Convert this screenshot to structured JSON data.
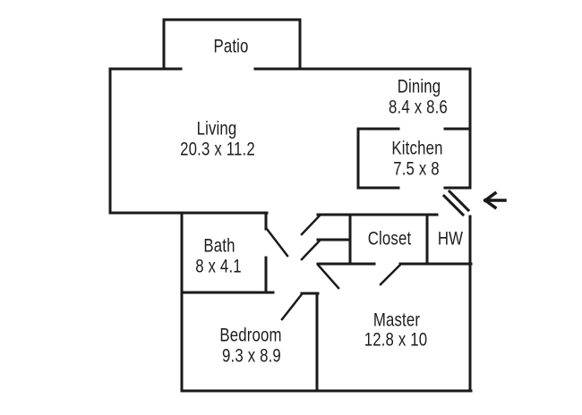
{
  "colors": {
    "background": "#ffffff",
    "wall": "#1a1a1a",
    "text": "#1d1d1d"
  },
  "rooms": [
    {
      "id": "patio",
      "label": "Patio",
      "dims": ""
    },
    {
      "id": "living",
      "label": "Living",
      "dims": "20.3 x 11.2"
    },
    {
      "id": "dining",
      "label": "Dining",
      "dims": "8.4 x 8.6"
    },
    {
      "id": "kitchen",
      "label": "Kitchen",
      "dims": "7.5 x 8"
    },
    {
      "id": "bath",
      "label": "Bath",
      "dims": "8 x 4.1"
    },
    {
      "id": "closet",
      "label": "Closet",
      "dims": ""
    },
    {
      "id": "hw",
      "label": "HW",
      "dims": ""
    },
    {
      "id": "bedroom",
      "label": "Bedroom",
      "dims": "9.3 x 8.9"
    },
    {
      "id": "master",
      "label": "Master",
      "dims": "12.8 x 10"
    }
  ],
  "plan": {
    "walls": [
      [
        183,
        22,
        335,
        22
      ],
      [
        183,
        22,
        183,
        77
      ],
      [
        335,
        22,
        335,
        77
      ],
      [
        123,
        77,
        202,
        77
      ],
      [
        285,
        77,
        525,
        77
      ],
      [
        123,
        77,
        123,
        238
      ],
      [
        525,
        77,
        525,
        210
      ],
      [
        400,
        144,
        445,
        144
      ],
      [
        497,
        144,
        525,
        144
      ],
      [
        400,
        144,
        400,
        210
      ],
      [
        400,
        210,
        445,
        210
      ],
      [
        497,
        210,
        525,
        210
      ],
      [
        123,
        238,
        298,
        238
      ],
      [
        203,
        238,
        203,
        437
      ],
      [
        297,
        238,
        297,
        256
      ],
      [
        297,
        288,
        297,
        327
      ],
      [
        203,
        327,
        305,
        327
      ],
      [
        337,
        328,
        355,
        328
      ],
      [
        354,
        328,
        354,
        437
      ],
      [
        203,
        437,
        526,
        437
      ],
      [
        525,
        242,
        525,
        437
      ],
      [
        355,
        240,
        488,
        240
      ],
      [
        355,
        268,
        391,
        268
      ],
      [
        391,
        240,
        391,
        295
      ],
      [
        477,
        240,
        477,
        295
      ],
      [
        355,
        295,
        418,
        295
      ],
      [
        447,
        295,
        526,
        295
      ]
    ],
    "door_leaves": [
      [
        298,
        256,
        321,
        286
      ],
      [
        357,
        241,
        337,
        262
      ],
      [
        357,
        269,
        337,
        290
      ],
      [
        337,
        329,
        315,
        357
      ],
      [
        355,
        296,
        378,
        322
      ],
      [
        447,
        296,
        425,
        318
      ]
    ],
    "entry_door": [
      [
        496,
        219,
        517,
        240
      ],
      [
        502,
        214,
        523,
        235
      ]
    ],
    "entry_arrow": [
      [
        564,
        224,
        542,
        224
      ],
      [
        542,
        224,
        553,
        216
      ],
      [
        542,
        224,
        553,
        232
      ]
    ]
  }
}
